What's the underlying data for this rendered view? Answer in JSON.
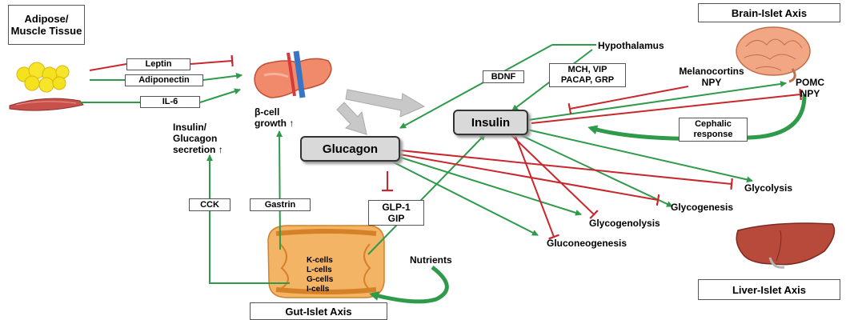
{
  "axes": {
    "adipose": "Adipose/ Muscle Tissue",
    "brain": "Brain-Islet Axis",
    "liver": "Liver-Islet Axis",
    "gut": "Gut-Islet Axis"
  },
  "hubs": {
    "insulin": "Insulin",
    "glucagon": "Glucagon"
  },
  "adipokines": {
    "leptin": "Leptin",
    "adiponectin": "Adiponectin",
    "il6": "IL-6"
  },
  "beta_cell": {
    "line1": "β-cell",
    "line2": "growth ↑"
  },
  "secretion": {
    "line1": "Insulin/",
    "line2": "Glucagon",
    "line3": "secretion ↑"
  },
  "brain": {
    "hypothalamus": "Hypothalamus",
    "bdnf": "BDNF",
    "mch_line1": "MCH, VIP",
    "mch_line2": "PACAP, GRP",
    "melano_line1": "Melanocortins",
    "melano_line2": "NPY",
    "pomc_line1": "POMC",
    "pomc_line2": "NPY",
    "cephalic_line1": "Cephalic",
    "cephalic_line2": "response"
  },
  "gut": {
    "cck": "CCK",
    "gastrin": "Gastrin",
    "glp_line1": "GLP-1",
    "glp_line2": "GIP",
    "nutrients": "Nutrients",
    "cells": [
      "K-cells",
      "L-cells",
      "G-cells",
      "I-cells"
    ]
  },
  "liver": {
    "glycolysis": "Glycolysis",
    "glycogenesis": "Glycogenesis",
    "glycogenolysis": "Glycogenolysis",
    "gluconeogenesis": "Gluconeogenesis"
  },
  "colors": {
    "stimulate": "#2e9a4a",
    "inhibit": "#c8282d",
    "grey_arrow": "#c8c8c8"
  }
}
